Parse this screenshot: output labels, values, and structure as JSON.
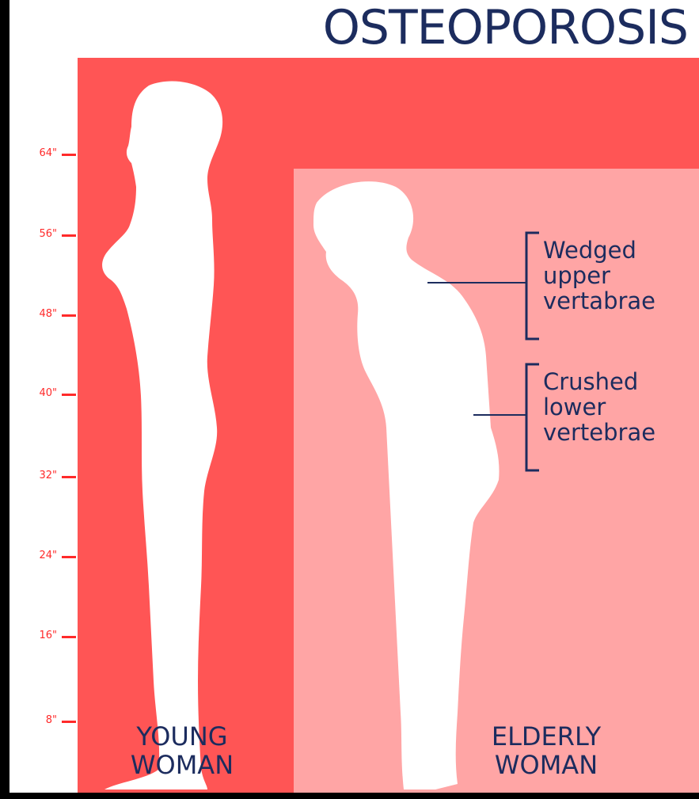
{
  "title": "OSTEOPOROSIS",
  "scale_ticks": [
    "64\"",
    "56\"",
    "48\"",
    "40\"",
    "32\"",
    "24\"",
    "16\"",
    "8\""
  ],
  "young": {
    "line1": "YOUNG",
    "line2": "WOMAN"
  },
  "elderly": {
    "line1": "ELDERLY",
    "line2": "WOMAN"
  },
  "callouts": {
    "upper": {
      "line1": "Wedged",
      "line2": "upper",
      "line3": "vertabrae"
    },
    "lower": {
      "line1": "Crushed",
      "line2": "lower",
      "line3": "vertebrae"
    }
  },
  "colors": {
    "young_panel": "#ff5555",
    "elderly_panel": "#ffa5a5",
    "text": "#1c2c5e",
    "ruler": "#ff2a2a"
  }
}
